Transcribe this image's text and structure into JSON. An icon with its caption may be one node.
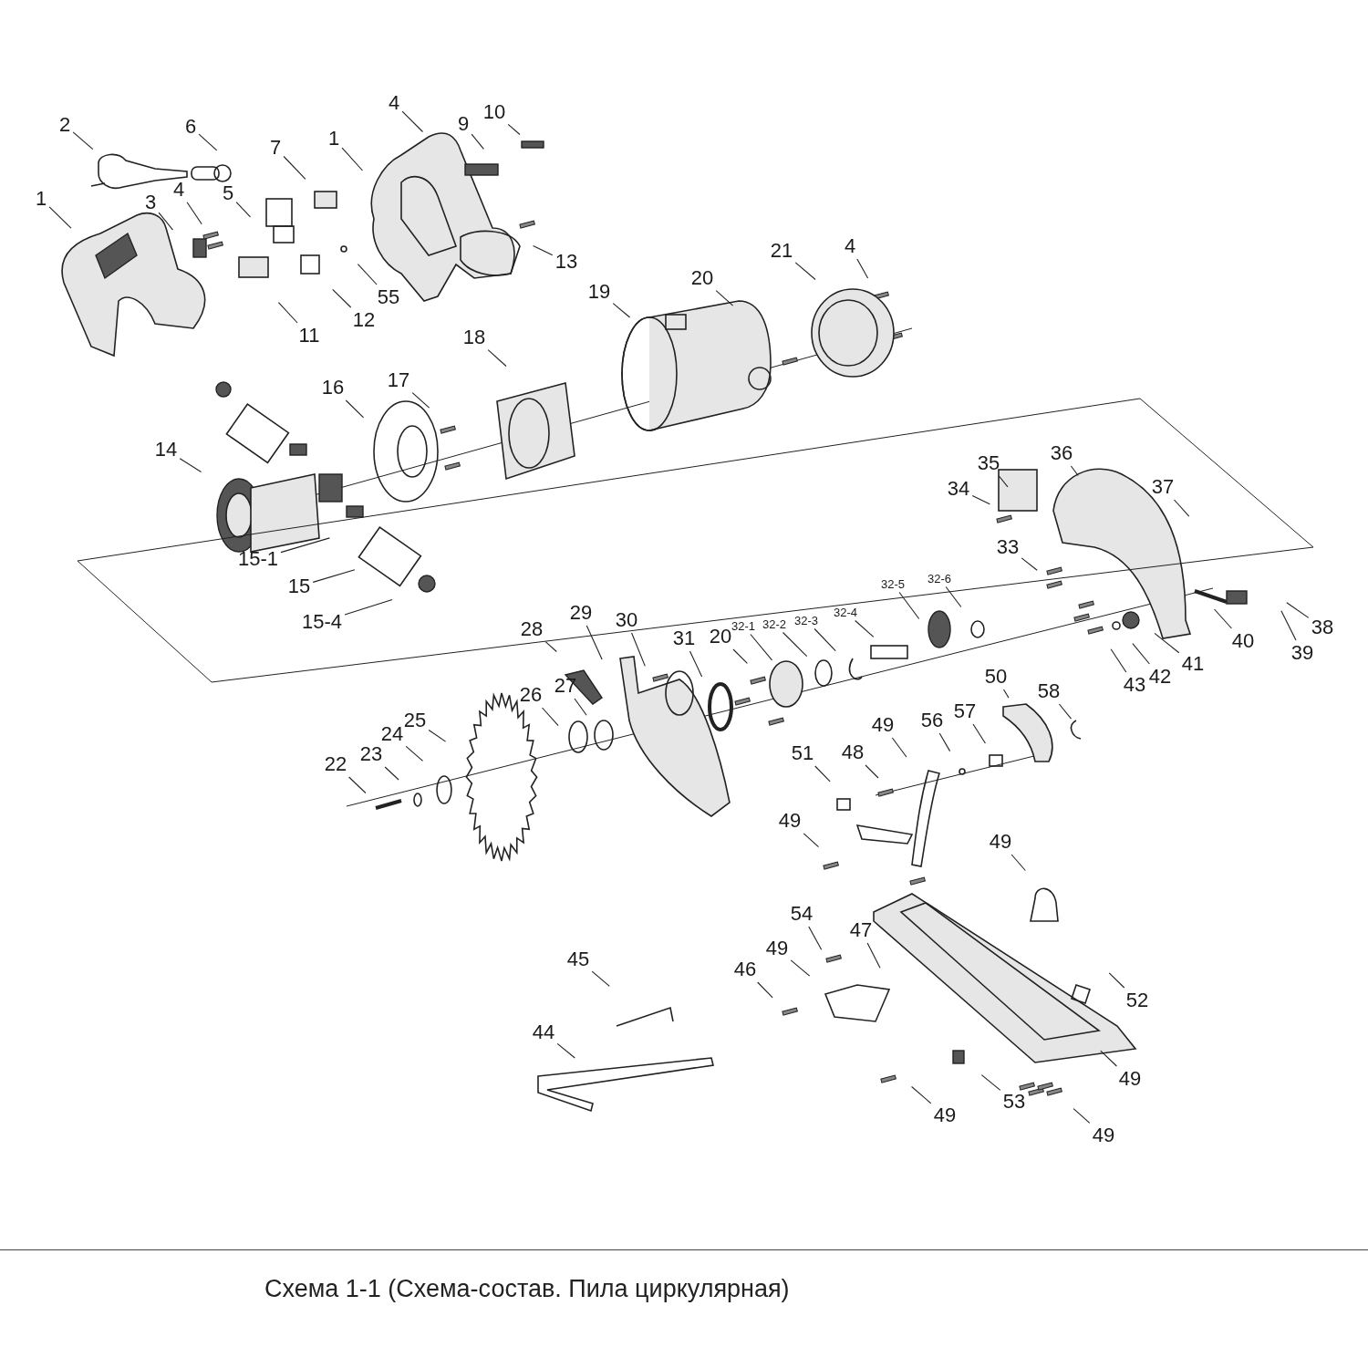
{
  "diagram": {
    "caption": "Схема 1-1 (Схема-состав. Пила циркулярная)",
    "nodes": [
      {
        "text": [
          "10"
        ]
      },
      {
        "text": [
          "4"
        ]
      },
      {
        "text": [
          "2"
        ]
      },
      {
        "text": [
          "6"
        ]
      },
      {
        "text": [
          "9"
        ]
      },
      {
        "text": [
          "1"
        ]
      },
      {
        "text": [
          "7"
        ]
      },
      {
        "text": [
          "1"
        ]
      },
      {
        "text": [
          "3"
        ]
      },
      {
        "text": [
          "4"
        ]
      },
      {
        "text": [
          "5"
        ]
      },
      {
        "text": [
          "13"
        ]
      },
      {
        "text": [
          "21"
        ]
      },
      {
        "text": [
          "4"
        ]
      },
      {
        "text": [
          "20"
        ]
      },
      {
        "text": [
          "19"
        ]
      },
      {
        "text": [
          "55"
        ]
      },
      {
        "text": [
          "12"
        ]
      },
      {
        "text": [
          "11"
        ]
      },
      {
        "text": [
          "18"
        ]
      },
      {
        "text": [
          "17"
        ]
      },
      {
        "text": [
          "16"
        ]
      },
      {
        "text": [
          "14"
        ]
      },
      {
        "text": [
          "36"
        ]
      },
      {
        "text": [
          "35"
        ]
      },
      {
        "text": [
          "34"
        ]
      },
      {
        "text": [
          "37"
        ]
      },
      {
        "text": [
          "33"
        ]
      },
      {
        "text": [
          "15-1"
        ]
      },
      {
        "text": [
          "32-5"
        ]
      },
      {
        "text": [
          "32-6"
        ]
      },
      {
        "text": [
          "15"
        ]
      },
      {
        "text": [
          "32-4"
        ]
      },
      {
        "text": [
          "32-3"
        ]
      },
      {
        "text": [
          "32-2"
        ]
      },
      {
        "text": [
          "32-1"
        ]
      },
      {
        "text": [
          "15-4"
        ]
      },
      {
        "text": [
          "38"
        ]
      },
      {
        "text": [
          "29"
        ]
      },
      {
        "text": [
          "28"
        ]
      },
      {
        "text": [
          "30"
        ]
      },
      {
        "text": [
          "20"
        ]
      },
      {
        "text": [
          "40"
        ]
      },
      {
        "text": [
          "31"
        ]
      },
      {
        "text": [
          "39"
        ]
      },
      {
        "text": [
          "41"
        ]
      },
      {
        "text": [
          "42"
        ]
      },
      {
        "text": [
          "50"
        ]
      },
      {
        "text": [
          "43"
        ]
      },
      {
        "text": [
          "27"
        ]
      },
      {
        "text": [
          "26"
        ]
      },
      {
        "text": [
          "58"
        ]
      },
      {
        "text": [
          "25"
        ]
      },
      {
        "text": [
          "49"
        ]
      },
      {
        "text": [
          "56"
        ]
      },
      {
        "text": [
          "57"
        ]
      },
      {
        "text": [
          "24"
        ]
      },
      {
        "text": [
          "51"
        ]
      },
      {
        "text": [
          "48"
        ]
      },
      {
        "text": [
          "23"
        ]
      },
      {
        "text": [
          "22"
        ]
      },
      {
        "text": [
          "49"
        ]
      },
      {
        "text": [
          "49"
        ]
      },
      {
        "text": [
          "54"
        ]
      },
      {
        "text": [
          "49"
        ]
      },
      {
        "text": [
          "47"
        ]
      },
      {
        "text": [
          "45"
        ]
      },
      {
        "text": [
          "46"
        ]
      },
      {
        "text": [
          "52"
        ]
      },
      {
        "text": [
          "44"
        ]
      },
      {
        "text": [
          "49"
        ]
      },
      {
        "text": [
          "53"
        ]
      },
      {
        "text": [
          "49"
        ]
      },
      {
        "text": [
          "49"
        ]
      }
    ],
    "edges": [
      {
        "from": 0,
        "to": null,
        "arrow": "none"
      },
      {
        "from": 1,
        "to": null,
        "arrow": "none"
      },
      {
        "from": 2,
        "to": null,
        "arrow": "none"
      },
      {
        "from": 3,
        "to": null,
        "arrow": "none"
      },
      {
        "from": 4,
        "to": null,
        "arrow": "none"
      },
      {
        "from": 5,
        "to": null,
        "arrow": "none"
      },
      {
        "from": 6,
        "to": null,
        "arrow": "none"
      },
      {
        "from": 7,
        "to": null,
        "arrow": "none"
      },
      {
        "from": 8,
        "to": null,
        "arrow": "none"
      },
      {
        "from": 9,
        "to": null,
        "arrow": "none"
      },
      {
        "from": 10,
        "to": null,
        "arrow": "none"
      },
      {
        "from": 11,
        "to": null,
        "arrow": "none"
      },
      {
        "from": 12,
        "to": null,
        "arrow": "none"
      },
      {
        "from": 13,
        "to": null,
        "arrow": "none"
      },
      {
        "from": 14,
        "to": null,
        "arrow": "none"
      },
      {
        "from": 15,
        "to": null,
        "arrow": "none"
      },
      {
        "from": 16,
        "to": null,
        "arrow": "none"
      },
      {
        "from": 17,
        "to": null,
        "arrow": "none"
      },
      {
        "from": 18,
        "to": null,
        "arrow": "none"
      },
      {
        "from": 19,
        "to": null,
        "arrow": "none"
      },
      {
        "from": 20,
        "to": null,
        "arrow": "none"
      },
      {
        "from": 21,
        "to": null,
        "arrow": "none"
      },
      {
        "from": 22,
        "to": null,
        "arrow": "none"
      },
      {
        "from": 23,
        "to": null,
        "arrow": "none"
      },
      {
        "from": 24,
        "to": null,
        "arrow": "none"
      },
      {
        "from": 25,
        "to": null,
        "arrow": "none"
      },
      {
        "from": 26,
        "to": null,
        "arrow": "none"
      },
      {
        "from": 27,
        "to": null,
        "arrow": "none"
      },
      {
        "from": 28,
        "to": null,
        "arrow": "none"
      },
      {
        "from": 29,
        "to": null,
        "arrow": "none"
      },
      {
        "from": 30,
        "to": null,
        "arrow": "none"
      },
      {
        "from": 31,
        "to": null,
        "arrow": "none"
      },
      {
        "from": 32,
        "to": null,
        "arrow": "none"
      },
      {
        "from": 33,
        "to": null,
        "arrow": "none"
      },
      {
        "from": 34,
        "to": null,
        "arrow": "none"
      },
      {
        "from": 35,
        "to": null,
        "arrow": "none"
      },
      {
        "from": 36,
        "to": null,
        "arrow": "none"
      },
      {
        "from": 37,
        "to": null,
        "arrow": "none"
      },
      {
        "from": 38,
        "to": null,
        "arrow": "none"
      },
      {
        "from": 39,
        "to": null,
        "arrow": "none"
      },
      {
        "from": 40,
        "to": null,
        "arrow": "none"
      },
      {
        "from": 41,
        "to": null,
        "arrow": "none"
      },
      {
        "from": 42,
        "to": null,
        "arrow": "none"
      },
      {
        "from": 43,
        "to": null,
        "arrow": "none"
      },
      {
        "from": 44,
        "to": null,
        "arrow": "none"
      },
      {
        "from": 45,
        "to": null,
        "arrow": "none"
      },
      {
        "from": 46,
        "to": null,
        "arrow": "none"
      },
      {
        "from": 47,
        "to": null,
        "arrow": "none"
      },
      {
        "from": 48,
        "to": null,
        "arrow": "none"
      },
      {
        "from": 49,
        "to": null,
        "arrow": "none"
      },
      {
        "from": 50,
        "to": null,
        "arrow": "none"
      },
      {
        "from": 51,
        "to": null,
        "arrow": "none"
      },
      {
        "from": 52,
        "to": null,
        "arrow": "none"
      },
      {
        "from": 53,
        "to": null,
        "arrow": "none"
      },
      {
        "from": 54,
        "to": null,
        "arrow": "none"
      },
      {
        "from": 55,
        "to": null,
        "arrow": "none"
      },
      {
        "from": 56,
        "to": null,
        "arrow": "none"
      },
      {
        "from": 57,
        "to": null,
        "arrow": "none"
      },
      {
        "from": 58,
        "to": null,
        "arrow": "none"
      },
      {
        "from": 59,
        "to": null,
        "arrow": "none"
      },
      {
        "from": 60,
        "to": null,
        "arrow": "none"
      },
      {
        "from": 61,
        "to": null,
        "arrow": "none"
      },
      {
        "from": 62,
        "to": null,
        "arrow": "none"
      },
      {
        "from": 63,
        "to": null,
        "arrow": "none"
      },
      {
        "from": 64,
        "to": null,
        "arrow": "none"
      },
      {
        "from": 65,
        "to": null,
        "arrow": "none"
      },
      {
        "from": 66,
        "to": null,
        "arrow": "none"
      },
      {
        "from": 67,
        "to": null,
        "arrow": "none"
      },
      {
        "from": 68,
        "to": null,
        "arrow": "none"
      },
      {
        "from": 69,
        "to": null,
        "arrow": "none"
      },
      {
        "from": 70,
        "to": null,
        "arrow": "none"
      },
      {
        "from": 71,
        "to": null,
        "arrow": "none"
      },
      {
        "from": 72,
        "to": null,
        "arrow": "none"
      },
      {
        "from": 73,
        "to": null,
        "arrow": "none"
      }
    ]
  }
}
